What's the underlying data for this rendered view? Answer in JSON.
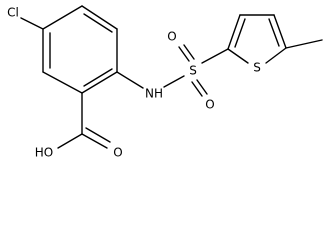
{
  "molecule": {
    "atoms": {
      "cl": "Cl",
      "nh": "NH",
      "s_sulfonyl": "S",
      "o_top": "O",
      "o_bottom": "O",
      "s_ring": "S",
      "oh": "HO",
      "o_carbonyl": "O"
    }
  }
}
